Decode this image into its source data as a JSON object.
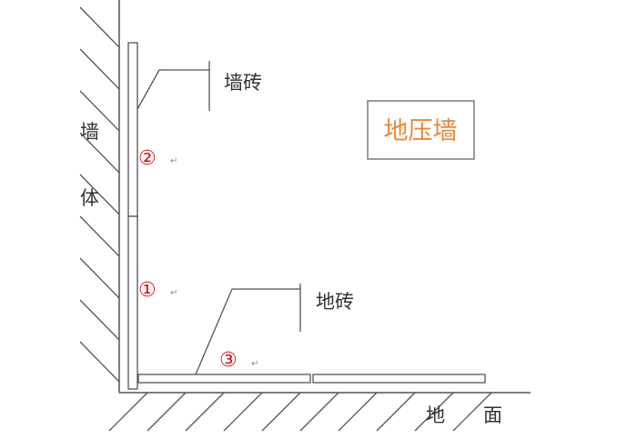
{
  "labels": {
    "wall_char_1": "墙",
    "wall_char_2": "体",
    "wall_tile": "墙砖",
    "floor_tile": "地砖",
    "ground_char_1": "地",
    "ground_char_2": "面",
    "marker_1": "①",
    "marker_2": "②",
    "marker_3": "③",
    "return_mark": "↵"
  },
  "title_box": {
    "text": "地压墙",
    "color": "#e8893a"
  },
  "colors": {
    "line": "#555555",
    "marker": "#d01515"
  }
}
